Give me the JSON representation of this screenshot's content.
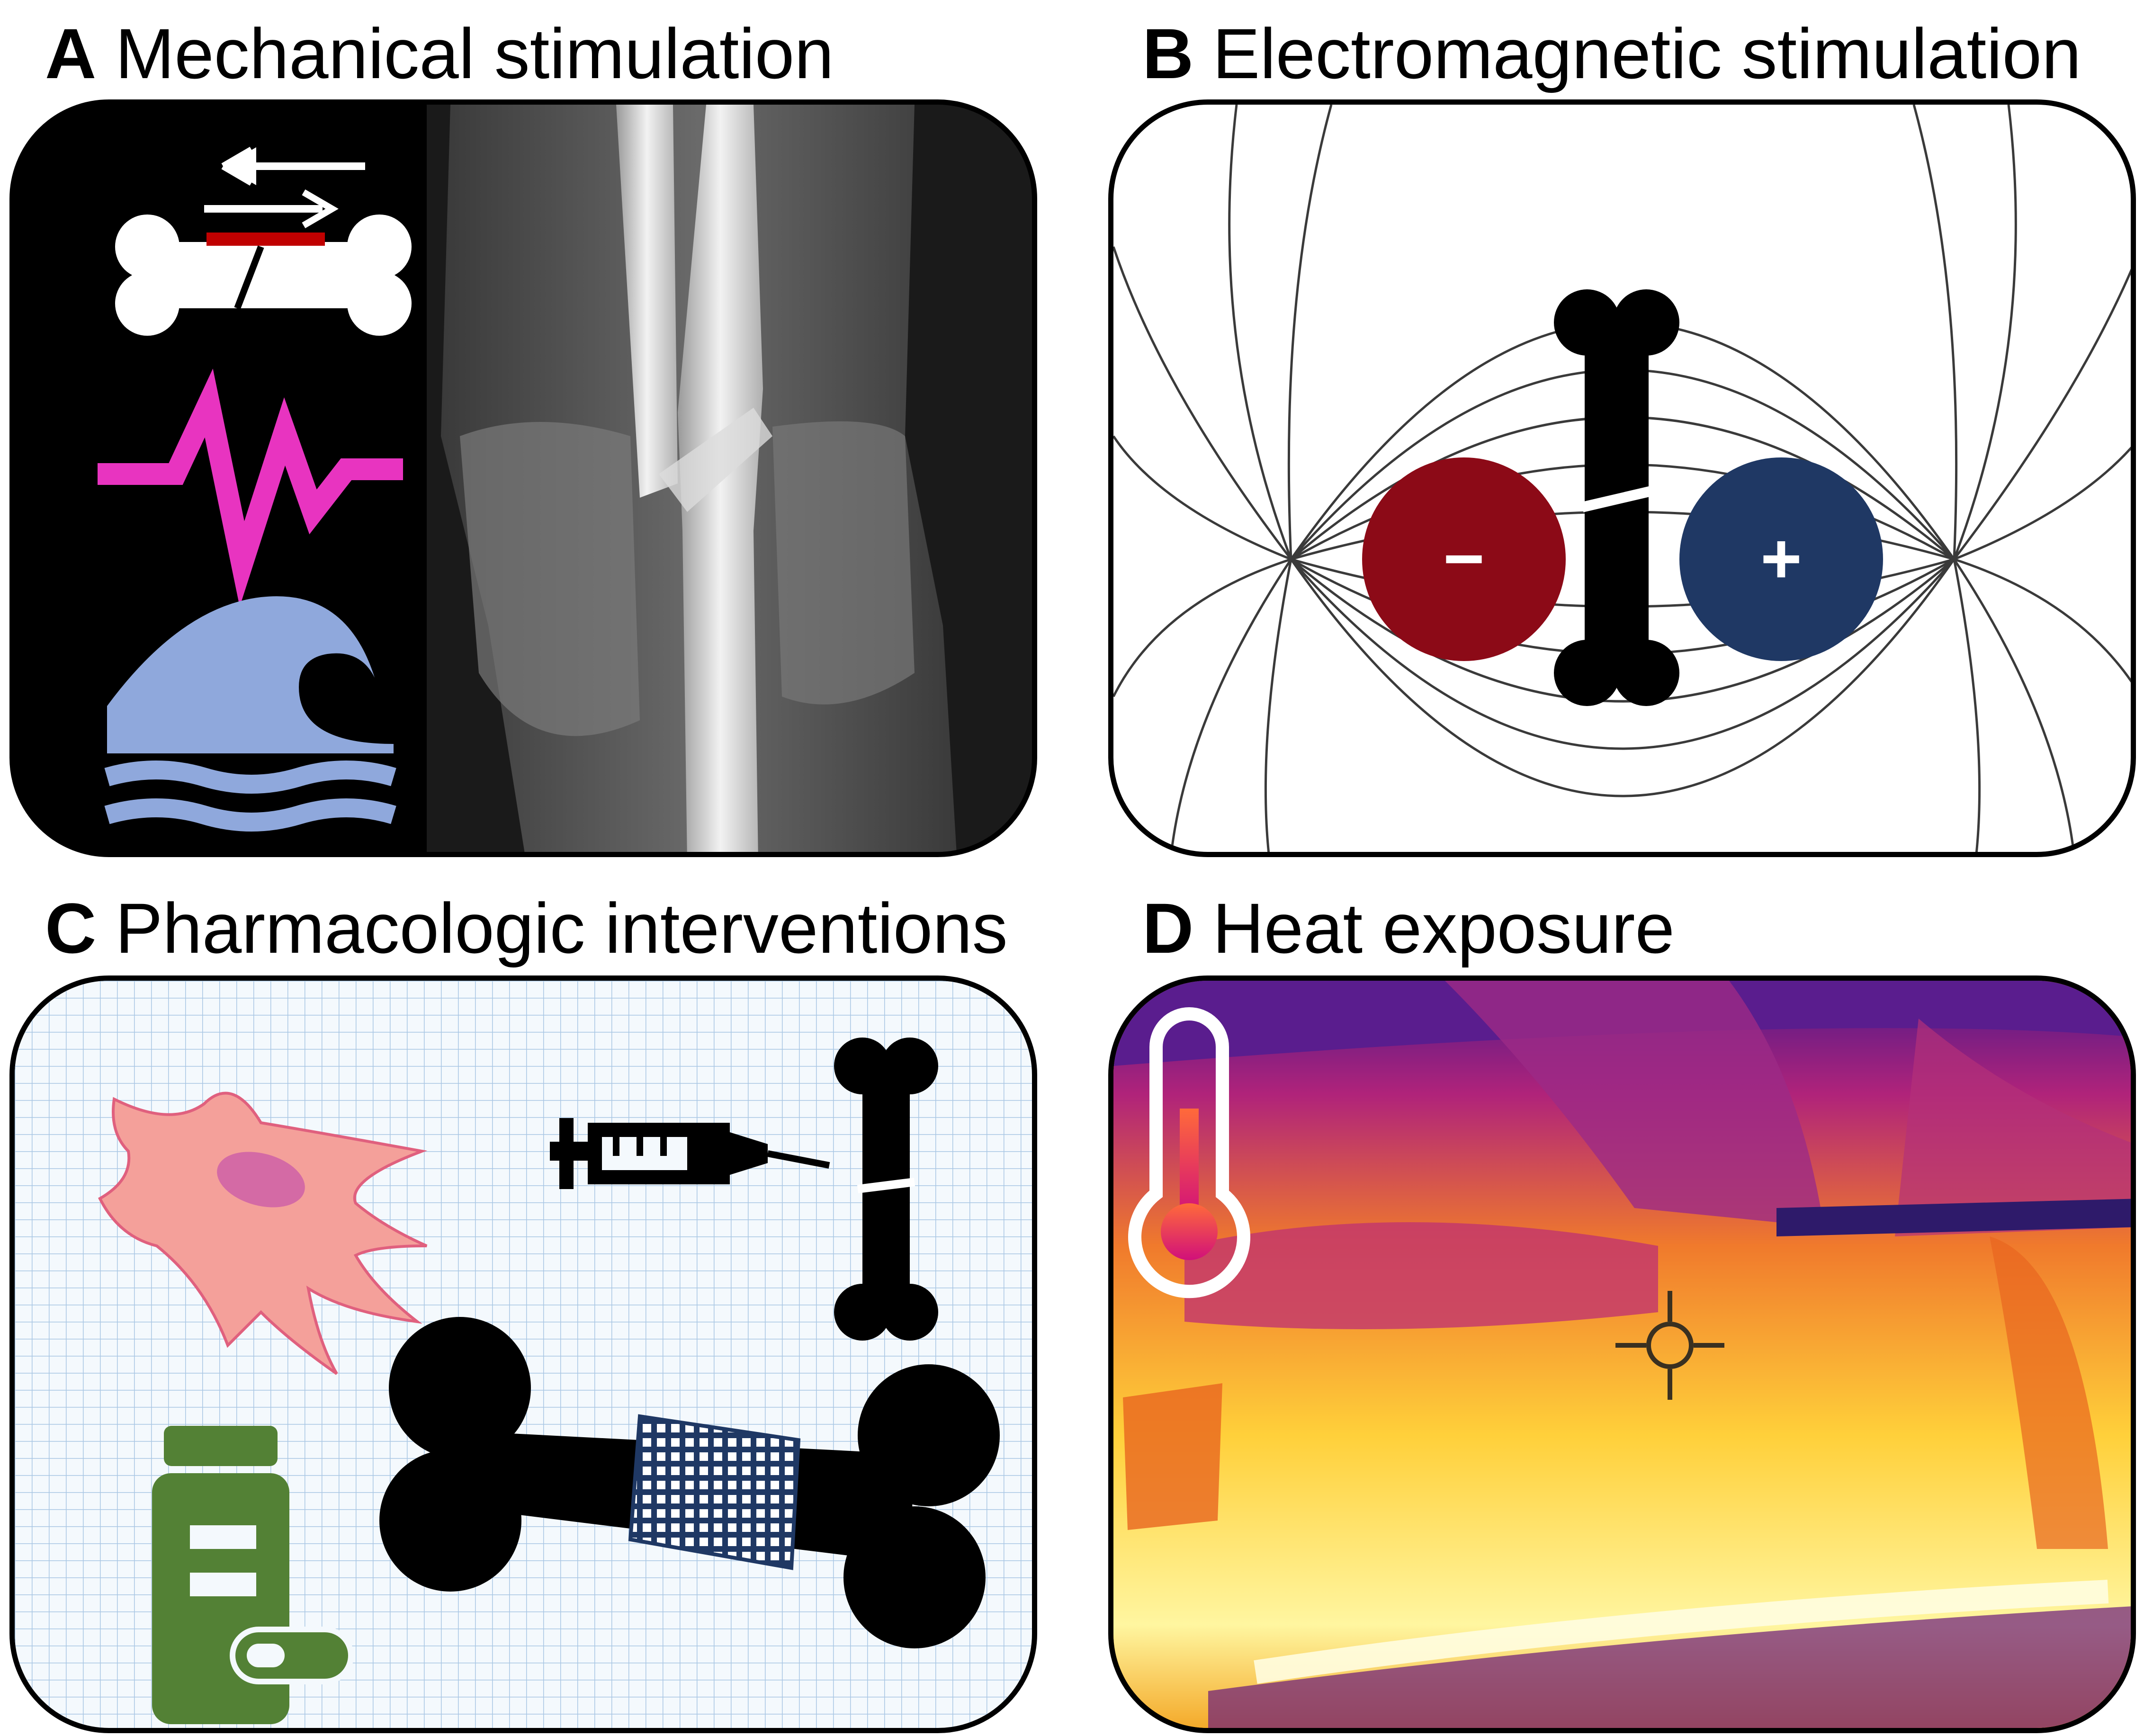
{
  "panels": [
    {
      "letter": "A",
      "title": "Mechanical stimulation"
    },
    {
      "letter": "B",
      "title": "Electromagnetic stimulation"
    },
    {
      "letter": "C",
      "title": "Pharmacologic interventions"
    },
    {
      "letter": "D",
      "title": "Heat exposure"
    }
  ],
  "charges": {
    "negative": "−",
    "positive": "+"
  },
  "colors": {
    "shear_bar": "#c00000",
    "vibration": "#e834c0",
    "wave": "#8fa8dc",
    "negative": "#8c0a17",
    "positive": "#1f3864",
    "cell": "#f4a09a",
    "nucleus": "#d46aa5",
    "pill_bottle": "#538135"
  },
  "icons": [
    "shear-force-bone-icon",
    "vibration-icon",
    "wave-icon",
    "bone-icon",
    "syringe-icon",
    "stem-cell-icon",
    "pill-bottle-icon",
    "scaffold-bone-icon",
    "thermometer-icon",
    "crosshair-icon"
  ]
}
